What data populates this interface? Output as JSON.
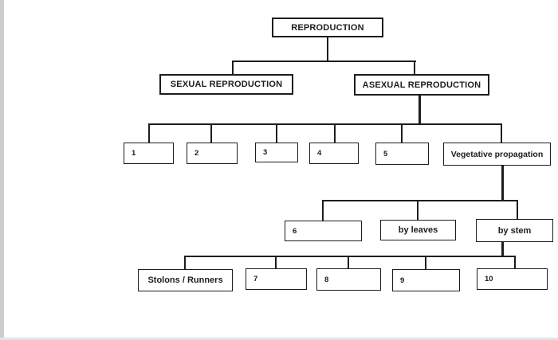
{
  "colors": {
    "background": "#ffffff",
    "line": "#1d1d1d",
    "box_border": "#1d1d1d",
    "left_edge": "#cdcdd0",
    "bottom_edge": "#e4e4e6"
  },
  "diagram": {
    "root": {
      "label": "REPRODUCTION"
    },
    "branches": [
      {
        "label": "SEXUAL REPRODUCTION"
      },
      {
        "label": "ASEXUAL REPRODUCTION"
      }
    ],
    "asexual_types": [
      {
        "label": "1"
      },
      {
        "label": "2"
      },
      {
        "label": "3"
      },
      {
        "label": "4"
      },
      {
        "label": "5"
      },
      {
        "label": "Vegetative propagation"
      }
    ],
    "vegetative_methods": [
      {
        "label": "6"
      },
      {
        "label": "by leaves"
      },
      {
        "label": "by stem"
      }
    ],
    "stem_examples": [
      {
        "label": "Stolons / Runners"
      },
      {
        "label": "7"
      },
      {
        "label": "8"
      },
      {
        "label": "9"
      },
      {
        "label": "10"
      }
    ]
  }
}
